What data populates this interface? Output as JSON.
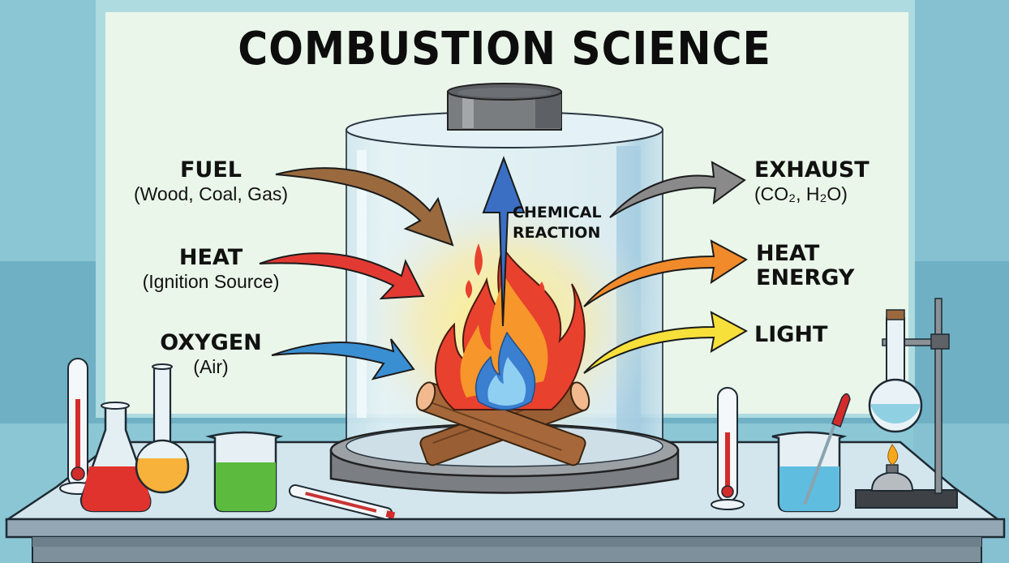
{
  "title": "COMBUSTION SCIENCE",
  "inputs": [
    {
      "id": "fuel",
      "heading": "FUEL",
      "sub": "(Wood, Coal, Gas)",
      "arrow_color": "#9a6a3e"
    },
    {
      "id": "heat",
      "heading": "HEAT",
      "sub": "(Ignition Source)",
      "arrow_color": "#e23a33"
    },
    {
      "id": "oxygen",
      "heading": "OXYGEN",
      "sub": "(Air)",
      "arrow_color": "#3a8fd3"
    }
  ],
  "center": {
    "label_line1": "CHEMICAL",
    "label_line2": "REACTION",
    "arrow_color": "#3a6fc4"
  },
  "outputs": [
    {
      "id": "exhaust",
      "heading": "EXHAUST",
      "sub": "(CO₂, H₂O)",
      "arrow_color": "#8a8a8a"
    },
    {
      "id": "heat-energy",
      "heading_line1": "HEAT",
      "heading_line2": "ENERGY",
      "arrow_color": "#f08a2a"
    },
    {
      "id": "light",
      "heading": "LIGHT",
      "arrow_color": "#f7e03a"
    }
  ],
  "colors": {
    "wall": "#8cc7d6",
    "board": "#eaf6ea",
    "bench": "#d6e7ee",
    "flame_outer": "#e8412e",
    "flame_mid": "#f7962a",
    "flame_inner": "#3a7fd0",
    "flame_core": "#8fd0f2",
    "log": "#9a5e34"
  },
  "equipment": [
    "thermometer",
    "erlenmeyer-flask-red",
    "round-flask-yellow",
    "beaker-green",
    "thermometer-lying",
    "thermometer",
    "beaker-blue-with-pipette",
    "round-flask-on-stand",
    "spirit-burner"
  ]
}
